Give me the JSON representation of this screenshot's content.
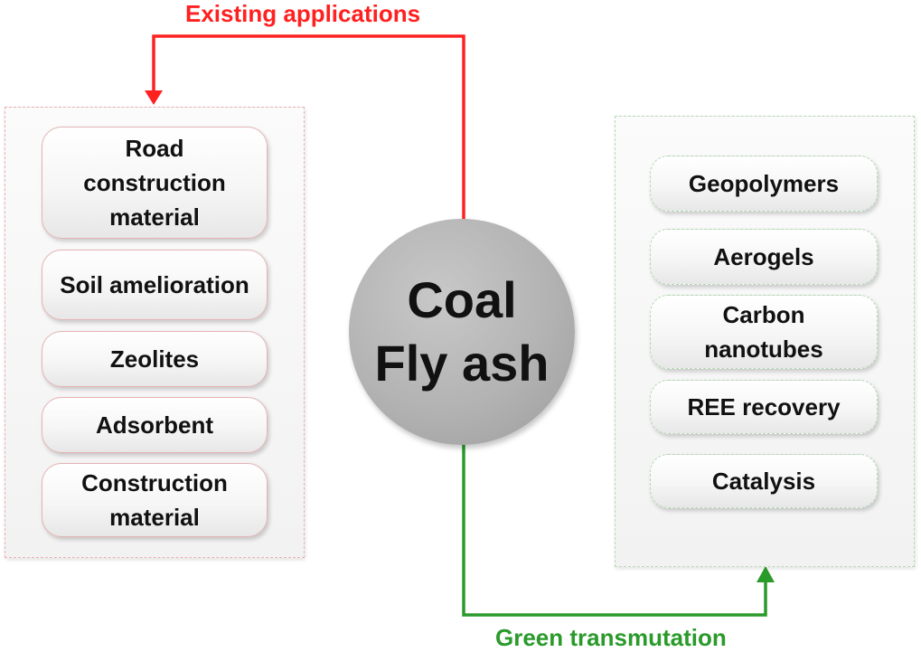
{
  "center": {
    "line1": "Coal",
    "line2": "Fly ash"
  },
  "existing": {
    "label": "Existing applications",
    "color": "#ff2020",
    "items": [
      {
        "lines": [
          "Road",
          "construction",
          "material"
        ]
      },
      {
        "lines": [
          "Soil amelioration"
        ]
      },
      {
        "lines": [
          "Zeolites"
        ]
      },
      {
        "lines": [
          "Adsorbent"
        ]
      },
      {
        "lines": [
          "Construction",
          "material"
        ]
      }
    ]
  },
  "green": {
    "label": "Green transmutation",
    "color": "#2a9a2a",
    "items": [
      {
        "lines": [
          "Geopolymers"
        ]
      },
      {
        "lines": [
          "Aerogels"
        ]
      },
      {
        "lines": [
          "Carbon",
          "nanotubes"
        ]
      },
      {
        "lines": [
          "REE recovery"
        ]
      },
      {
        "lines": [
          "Catalysis"
        ]
      }
    ]
  }
}
